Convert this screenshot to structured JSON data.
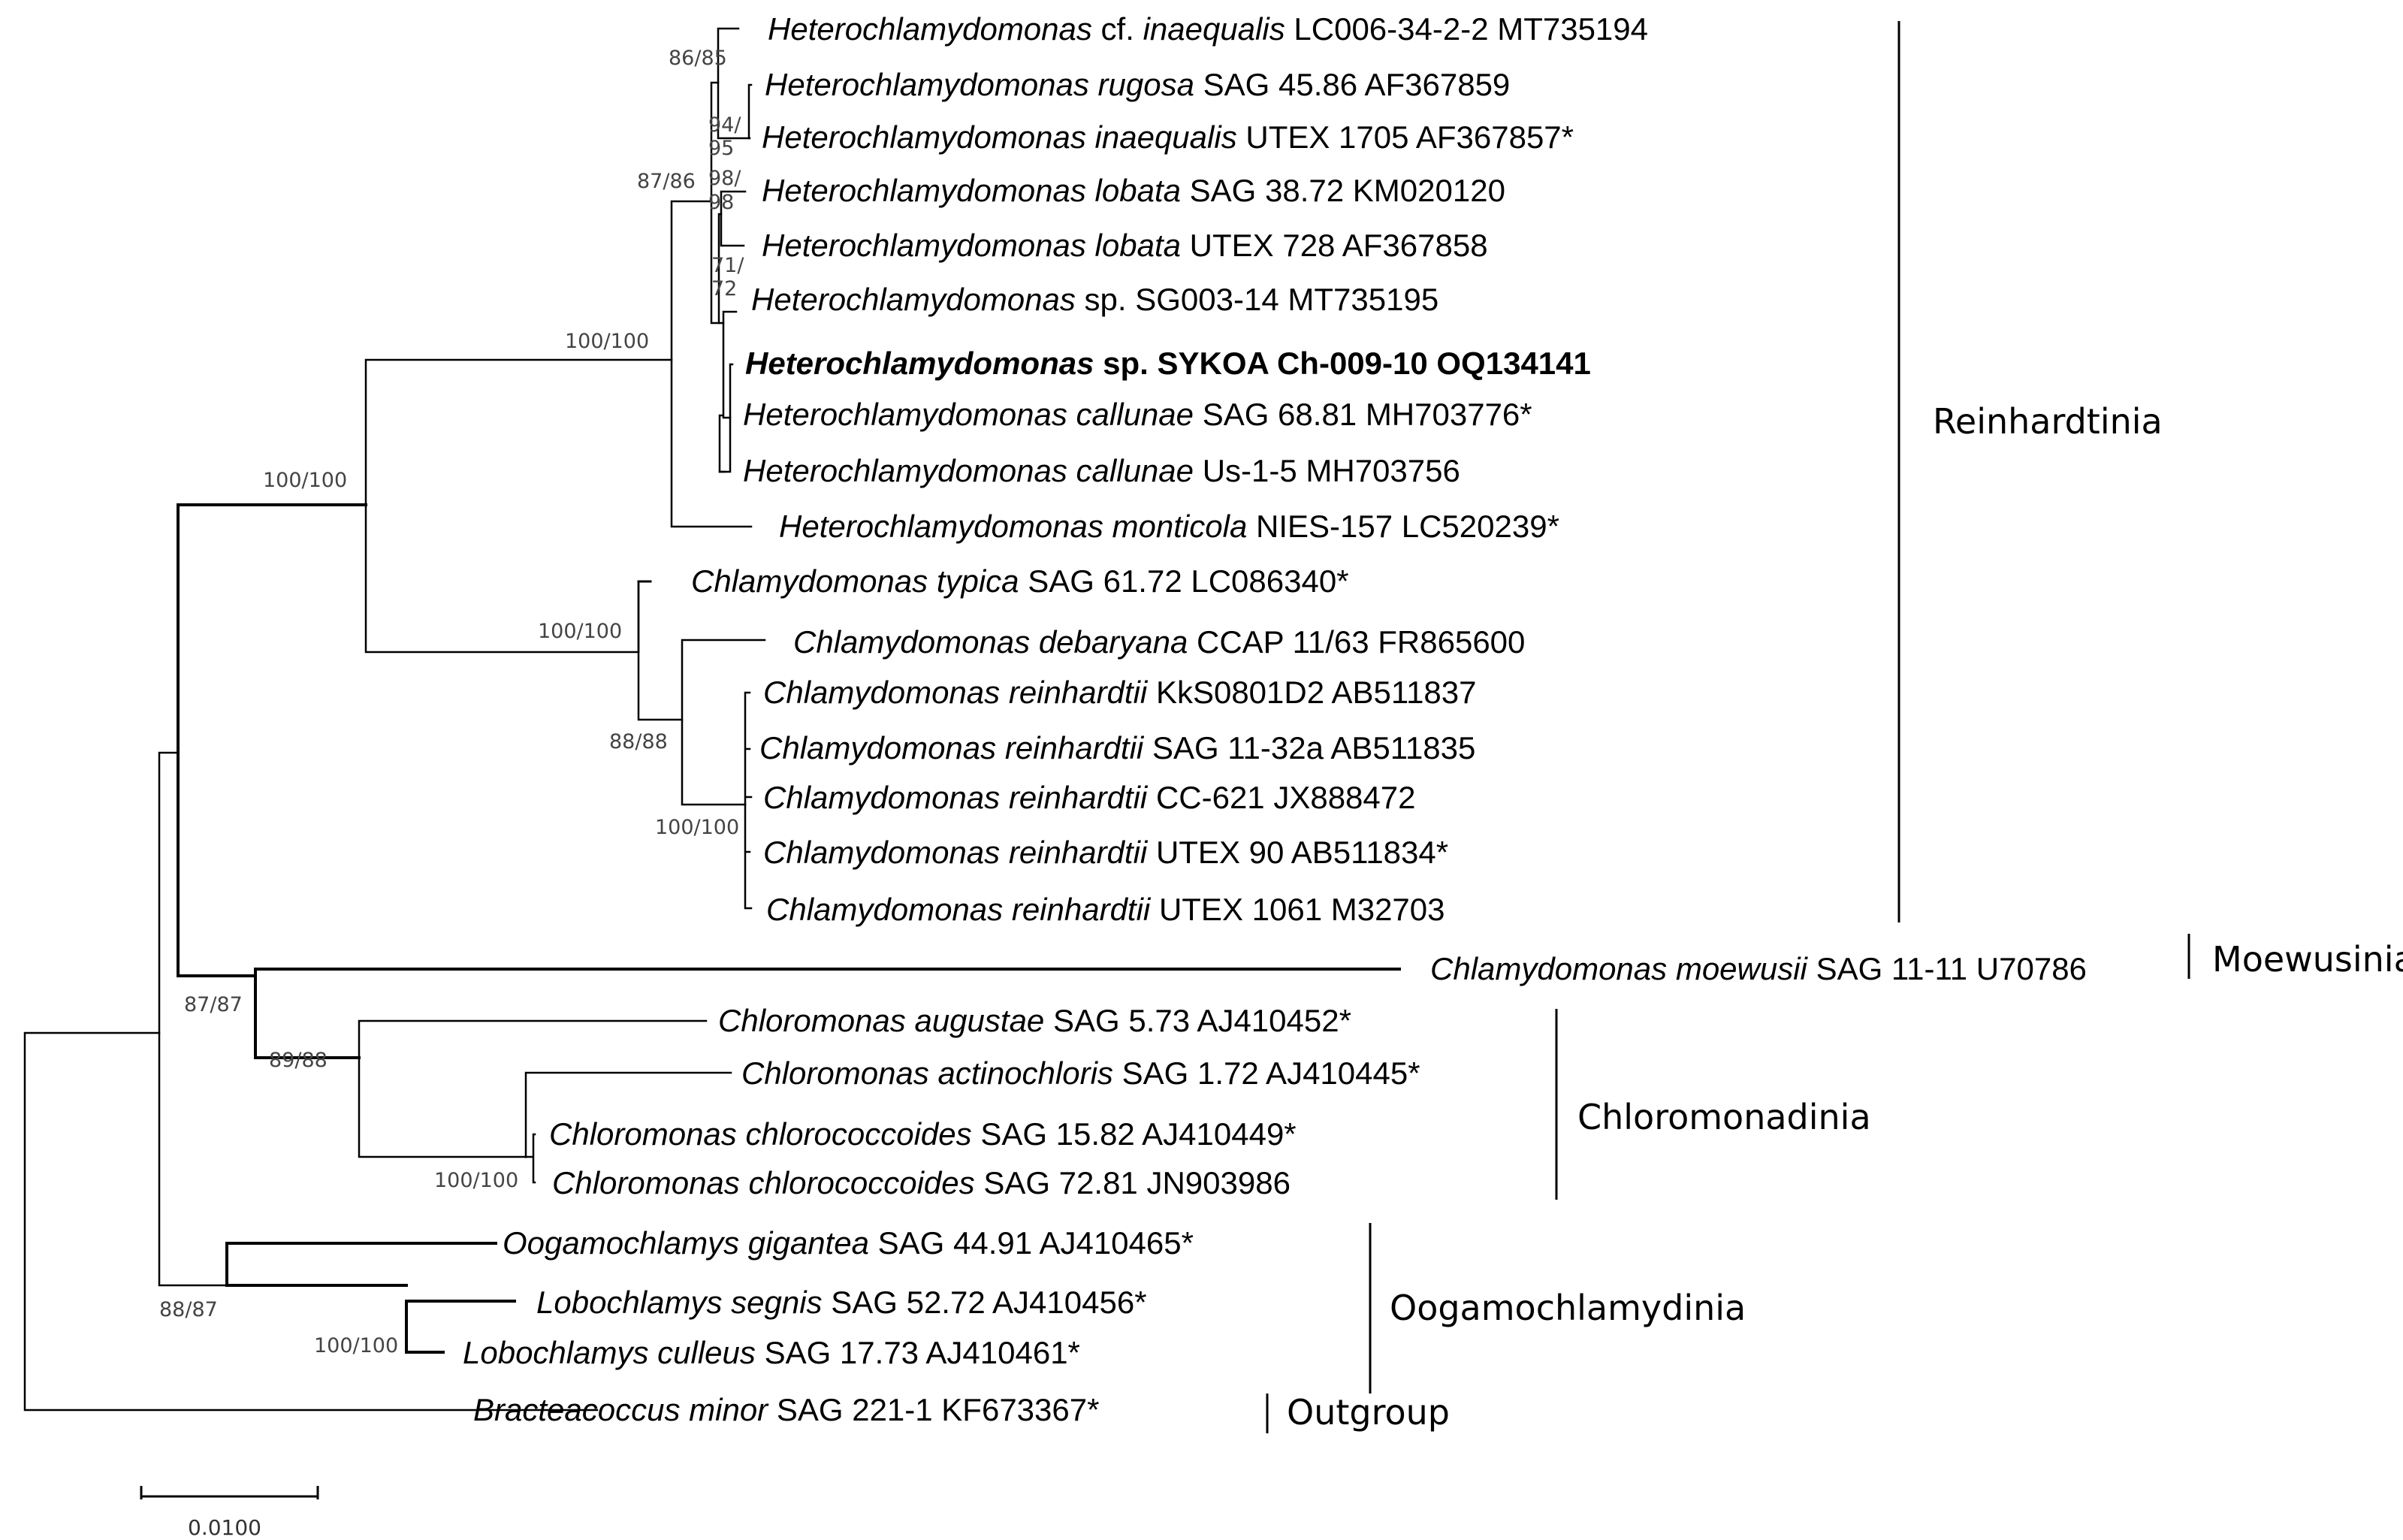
{
  "taxa": [
    {
      "genus": "Heterochlamydomonas",
      "species": "cf.",
      "epithet": "inaequalis",
      "strain": "LC006-34-2-2 MT735194",
      "highlight": false
    },
    {
      "genus": "Heterochlamydomonas",
      "species": "rugosa",
      "epithet": "",
      "strain": "SAG 45.86 AF367859",
      "highlight": false
    },
    {
      "genus": "Heterochlamydomonas",
      "species": "inaequalis",
      "epithet": "",
      "strain": "UTEX 1705 AF367857*",
      "highlight": false
    },
    {
      "genus": "Heterochlamydomonas",
      "species": "lobata",
      "epithet": "",
      "strain": "SAG 38.72 KM020120",
      "highlight": false
    },
    {
      "genus": "Heterochlamydomonas",
      "species": "lobata",
      "epithet": "",
      "strain": "UTEX 728 AF367858",
      "highlight": false
    },
    {
      "genus": "Heterochlamydomonas",
      "species": "sp.",
      "epithet": "",
      "strain": "SG003-14 MT735195",
      "highlight": false
    },
    {
      "genus": "Heterochlamydomonas",
      "species": "sp.",
      "epithet": "",
      "strain": "SYKOA Ch-009-10 OQ134141",
      "highlight": true
    },
    {
      "genus": "Heterochlamydomonas",
      "species": "callunae",
      "epithet": "",
      "strain": "SAG 68.81 MH703776*",
      "highlight": false
    },
    {
      "genus": "Heterochlamydomonas",
      "species": "callunae",
      "epithet": "",
      "strain": "Us-1-5 MH703756",
      "highlight": false
    },
    {
      "genus": "Heterochlamydomonas",
      "species": "monticola",
      "epithet": "",
      "strain": "NIES-157 LC520239*",
      "highlight": false
    },
    {
      "genus": "Chlamydomonas",
      "species": "typica",
      "epithet": "",
      "strain": "SAG 61.72 LC086340*",
      "highlight": false
    },
    {
      "genus": "Chlamydomonas",
      "species": "debaryana",
      "epithet": "",
      "strain": "CCAP 11/63 FR865600",
      "highlight": false
    },
    {
      "genus": "Chlamydomonas",
      "species": "reinhardtii",
      "epithet": "",
      "strain": "KkS0801D2 AB511837",
      "highlight": false
    },
    {
      "genus": "Chlamydomonas",
      "species": "reinhardtii",
      "epithet": "",
      "strain": "SAG 11-32a AB511835",
      "highlight": false
    },
    {
      "genus": "Chlamydomonas",
      "species": "reinhardtii",
      "epithet": "",
      "strain": "CC-621 JX888472",
      "highlight": false
    },
    {
      "genus": "Chlamydomonas",
      "species": "reinhardtii",
      "epithet": "",
      "strain": "UTEX 90 AB511834*",
      "highlight": false
    },
    {
      "genus": "Chlamydomonas",
      "species": "reinhardtii",
      "epithet": "",
      "strain": "UTEX 1061 M32703",
      "highlight": false
    },
    {
      "genus": "Chlamydomonas",
      "species": "moewusii",
      "epithet": "",
      "strain": "SAG 11-11 U70786",
      "highlight": false
    },
    {
      "genus": "Chloromonas",
      "species": "augustae",
      "epithet": "",
      "strain": "SAG 5.73 AJ410452*",
      "highlight": false
    },
    {
      "genus": "Chloromonas",
      "species": "actinochloris",
      "epithet": "",
      "strain": "SAG 1.72 AJ410445*",
      "highlight": false
    },
    {
      "genus": "Chloromonas",
      "species": "chlorococcoides",
      "epithet": "",
      "strain": "SAG 15.82 AJ410449*",
      "highlight": false
    },
    {
      "genus": "Chloromonas",
      "species": "chlorococcoides",
      "epithet": "",
      "strain": "SAG 72.81 JN903986",
      "highlight": false
    },
    {
      "genus": "Oogamochlamys",
      "species": "gigantea",
      "epithet": "",
      "strain": "SAG 44.91 AJ410465*",
      "highlight": false
    },
    {
      "genus": "Lobochlamys",
      "species": "segnis",
      "epithet": "",
      "strain": "SAG 52.72 AJ410456*",
      "highlight": false
    },
    {
      "genus": "Lobochlamys",
      "species": "culleus",
      "epithet": "",
      "strain": "SAG 17.73 AJ410461*",
      "highlight": false
    },
    {
      "genus": "Bracteacoccus",
      "species": "minor",
      "epithet": "",
      "strain": "SAG 221-1 KF673367*",
      "highlight": false
    }
  ],
  "support_values": [
    "86/85",
    "94/",
    "95",
    "87/86",
    "98/",
    "98",
    "71/",
    "72",
    "100/100",
    "100/100",
    "100/100",
    "88/88",
    "100/100",
    "87/87",
    "89/88",
    "100/100",
    "88/87",
    "100/100"
  ],
  "clades": [
    "Reinhardtinia",
    "Moewusinia",
    "Chloromonadinia",
    "Oogamochlamydinia",
    "Outgroup"
  ],
  "scale_bar": {
    "label": "0.0100",
    "value": 0.01
  }
}
